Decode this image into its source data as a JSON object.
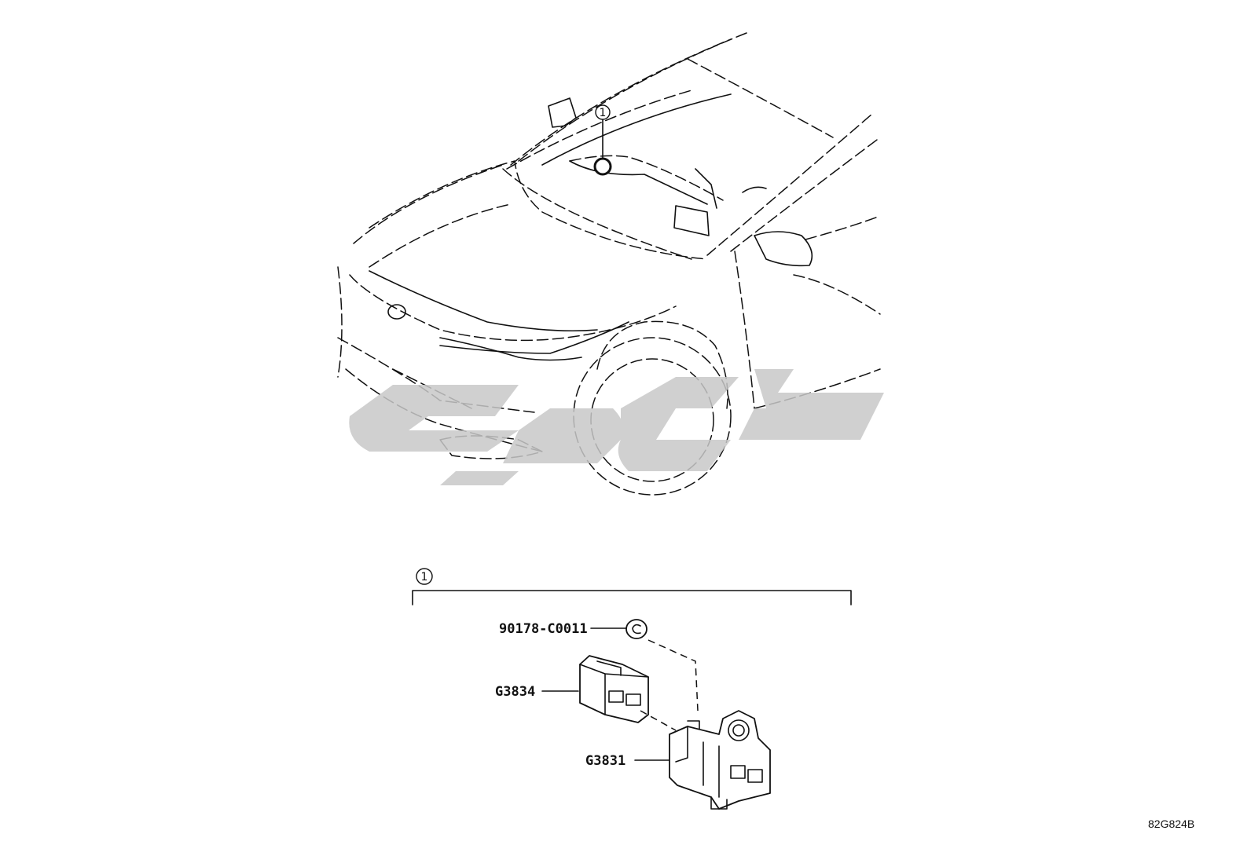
{
  "callout_number": "1",
  "parts": {
    "p1": "90178-C0011",
    "p2": "G3834",
    "p3": "G3831"
  },
  "drawing_code": "82G824B"
}
